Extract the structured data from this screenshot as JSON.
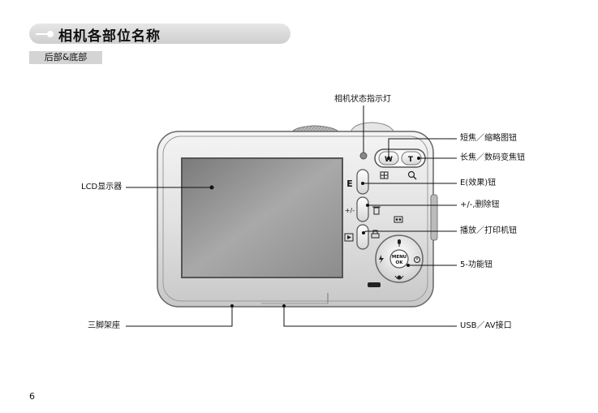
{
  "header": {
    "title": "相机各部位名称",
    "subtitle": "后部&底部"
  },
  "camera": {
    "button_w": "W",
    "button_t": "T",
    "button_e": "E",
    "button_menu": "MENU",
    "button_ok": "OK"
  },
  "callouts": {
    "status_lamp": "相机状态指示灯",
    "zoom_w": "短焦／缩略图钮",
    "zoom_t": "长焦／数码变焦钮",
    "e_button": "E(效果)钮",
    "plus_minus": "+/-,删除钮",
    "play_print": "播放／打印机钮",
    "five_function": "5-功能钮",
    "lcd": "LCD显示器",
    "tripod": "三脚架座",
    "usb_av": "USB／AV接口"
  },
  "footer": {
    "page_number": "6"
  }
}
